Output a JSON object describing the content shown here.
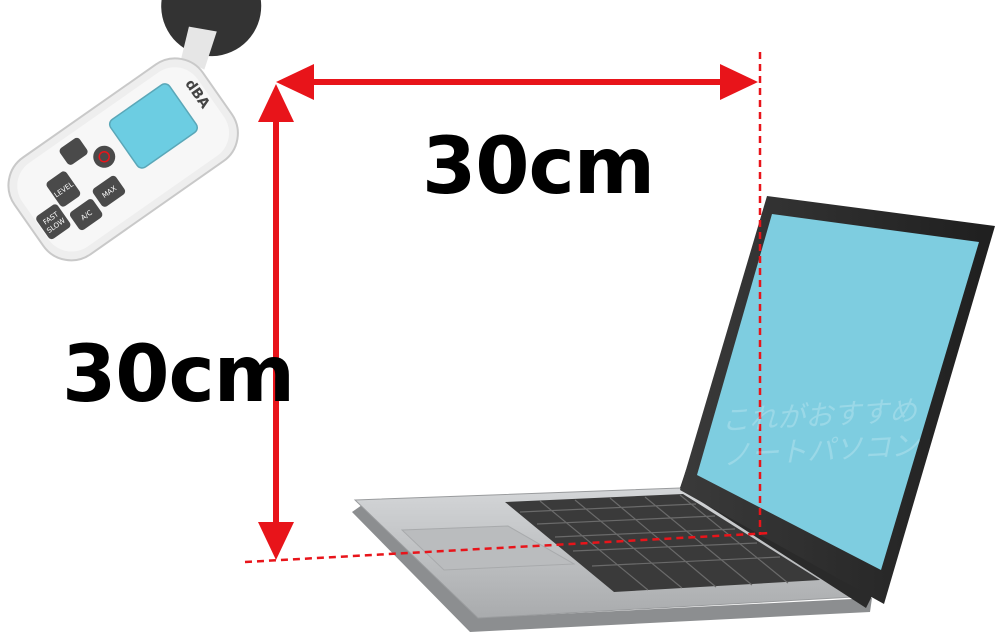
{
  "diagram": {
    "horizontal_distance_label": "30cm",
    "vertical_distance_label": "30cm",
    "meter": {
      "unit_label": "dBA",
      "buttons": [
        "LEVEL",
        "MAX",
        "A/C",
        "FAST",
        "SLOW"
      ]
    },
    "watermark": {
      "line1": "これがおすすめ",
      "line2": "ノートパソコン"
    },
    "colors": {
      "arrow": "#e8141a",
      "screen": "#7ecde0",
      "meter_display": "#6ccde2",
      "laptop_body": "#c9cbcd",
      "laptop_bezel": "#2b2b2b"
    }
  }
}
